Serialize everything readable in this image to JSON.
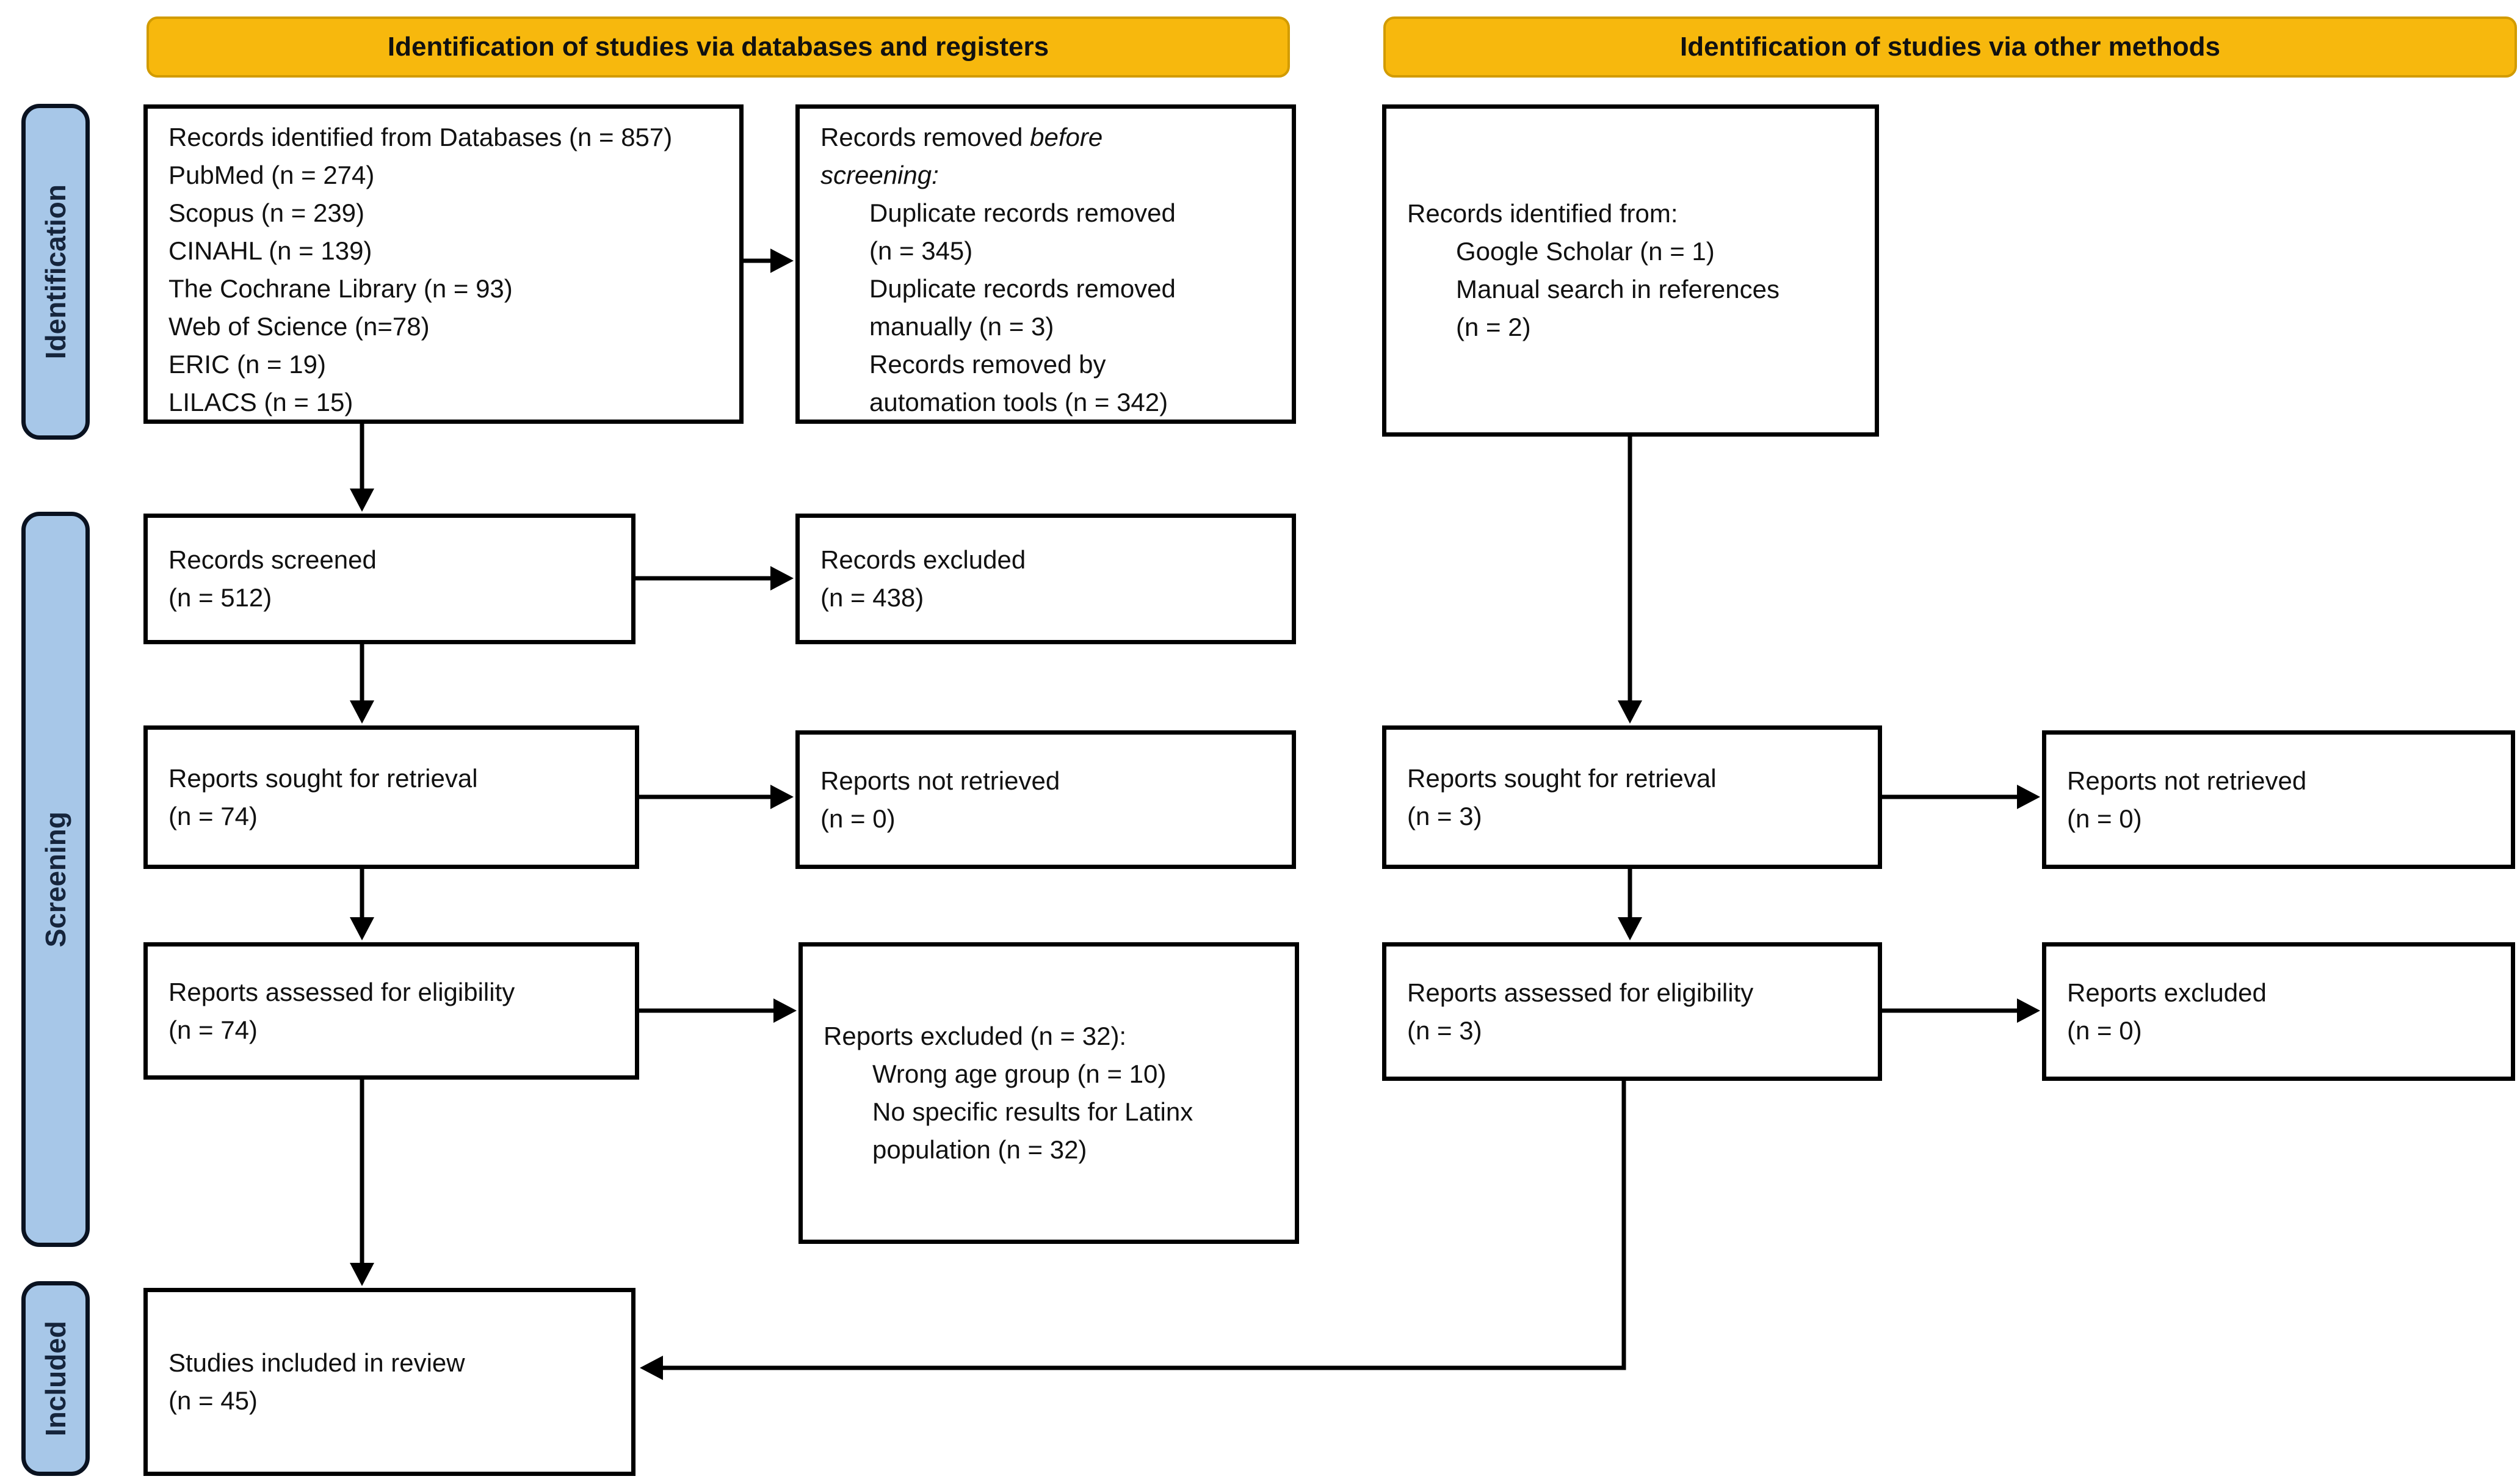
{
  "colors": {
    "banner_bg": "#F7B80D",
    "banner_border": "#D29B00",
    "stage_bg": "#A7C7E8",
    "stage_border": "#0A1220",
    "box_bg": "#FFFFFF",
    "box_border": "#000000",
    "arrow": "#000000",
    "text": "#111111"
  },
  "banners": {
    "left": "Identification of studies via databases and registers",
    "right": "Identification of studies via other methods"
  },
  "stages": {
    "identification": "Identification",
    "screening": "Screening",
    "included": "Included"
  },
  "boxes": {
    "db_identified": {
      "lines": [
        "Records identified from Databases (n = 857)",
        "PubMed (n = 274)",
        "Scopus (n = 239)",
        "CINAHL (n = 139)",
        "The Cochrane Library (n = 93)",
        "Web of Science (n=78)",
        "ERIC (n = 19)",
        "LILACS (n = 15)"
      ]
    },
    "removed_before_screening": {
      "lines": [
        {
          "segments": [
            {
              "text": "Records removed "
            },
            {
              "text": "before",
              "italic": true
            }
          ]
        },
        {
          "segments": [
            {
              "text": "screening:",
              "italic": true
            }
          ]
        },
        {
          "text": "Duplicate records removed",
          "indent": true
        },
        {
          "text": "(n = 345)",
          "indent": true
        },
        {
          "text": "Duplicate records removed",
          "indent": true
        },
        {
          "text": "manually (n = 3)",
          "indent": true
        },
        {
          "text": "Records removed by",
          "indent": true
        },
        {
          "text": "automation tools (n = 342)",
          "indent": true
        }
      ]
    },
    "other_identified": {
      "lines": [
        "Records identified from:",
        {
          "text": "Google Scholar (n = 1)",
          "indent": true
        },
        {
          "text": "Manual search in references",
          "indent": true
        },
        {
          "text": "(n = 2)",
          "indent": true
        }
      ]
    },
    "records_screened": {
      "lines": [
        "Records screened",
        "(n = 512)"
      ]
    },
    "records_excluded": {
      "lines": [
        "Records excluded",
        "(n = 438)"
      ]
    },
    "reports_sought_db": {
      "lines": [
        "Reports sought for retrieval",
        "(n = 74)"
      ]
    },
    "reports_not_retrieved_db": {
      "lines": [
        "Reports not retrieved",
        "(n = 0)"
      ]
    },
    "reports_assessed_db": {
      "lines": [
        "Reports assessed for eligibility",
        "(n = 74)"
      ]
    },
    "reports_excluded_reasons": {
      "lines": [
        "Reports excluded (n = 32):",
        {
          "text": "Wrong age group (n = 10)",
          "indent": true
        },
        {
          "text": "No specific results for Latinx",
          "indent": true
        },
        {
          "text": "population (n = 32)",
          "indent": true
        }
      ]
    },
    "reports_sought_other": {
      "lines": [
        "Reports sought for retrieval",
        "(n = 3)"
      ]
    },
    "reports_not_retrieved_other": {
      "lines": [
        "Reports not retrieved",
        "(n = 0)"
      ]
    },
    "reports_assessed_other": {
      "lines": [
        "Reports assessed for eligibility",
        "(n = 3)"
      ]
    },
    "reports_excluded_other": {
      "lines": [
        "Reports excluded",
        "(n = 0)"
      ]
    },
    "studies_included": {
      "lines": [
        "Studies included in review",
        "(n = 45)"
      ]
    }
  }
}
